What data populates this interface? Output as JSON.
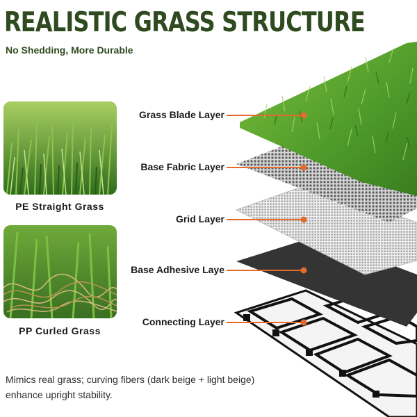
{
  "header": {
    "title": "REALISTIC GRASS STRUCTURE",
    "subtitle": "No Shedding, More Durable"
  },
  "samples": [
    {
      "label": "PE Straight Grass",
      "icon": "straight-grass-photo"
    },
    {
      "label": "PP Curled Grass",
      "icon": "curled-grass-photo"
    }
  ],
  "layers": [
    {
      "label": "Grass Blade Layer"
    },
    {
      "label": "Base Fabric Layer"
    },
    {
      "label": "Grid Layer"
    },
    {
      "label": "Base Adhesive Laye"
    },
    {
      "label": "Connecting Layer"
    }
  ],
  "caption": {
    "line1": "Mimics real grass; curving fibers  (dark beige  + light beige)",
    "line2": "enhance upright stability."
  },
  "colors": {
    "title": "#2f4a1e",
    "accent_line": "#e46b2c",
    "grass": "#4e9a2a",
    "adhesive": "#343434"
  }
}
